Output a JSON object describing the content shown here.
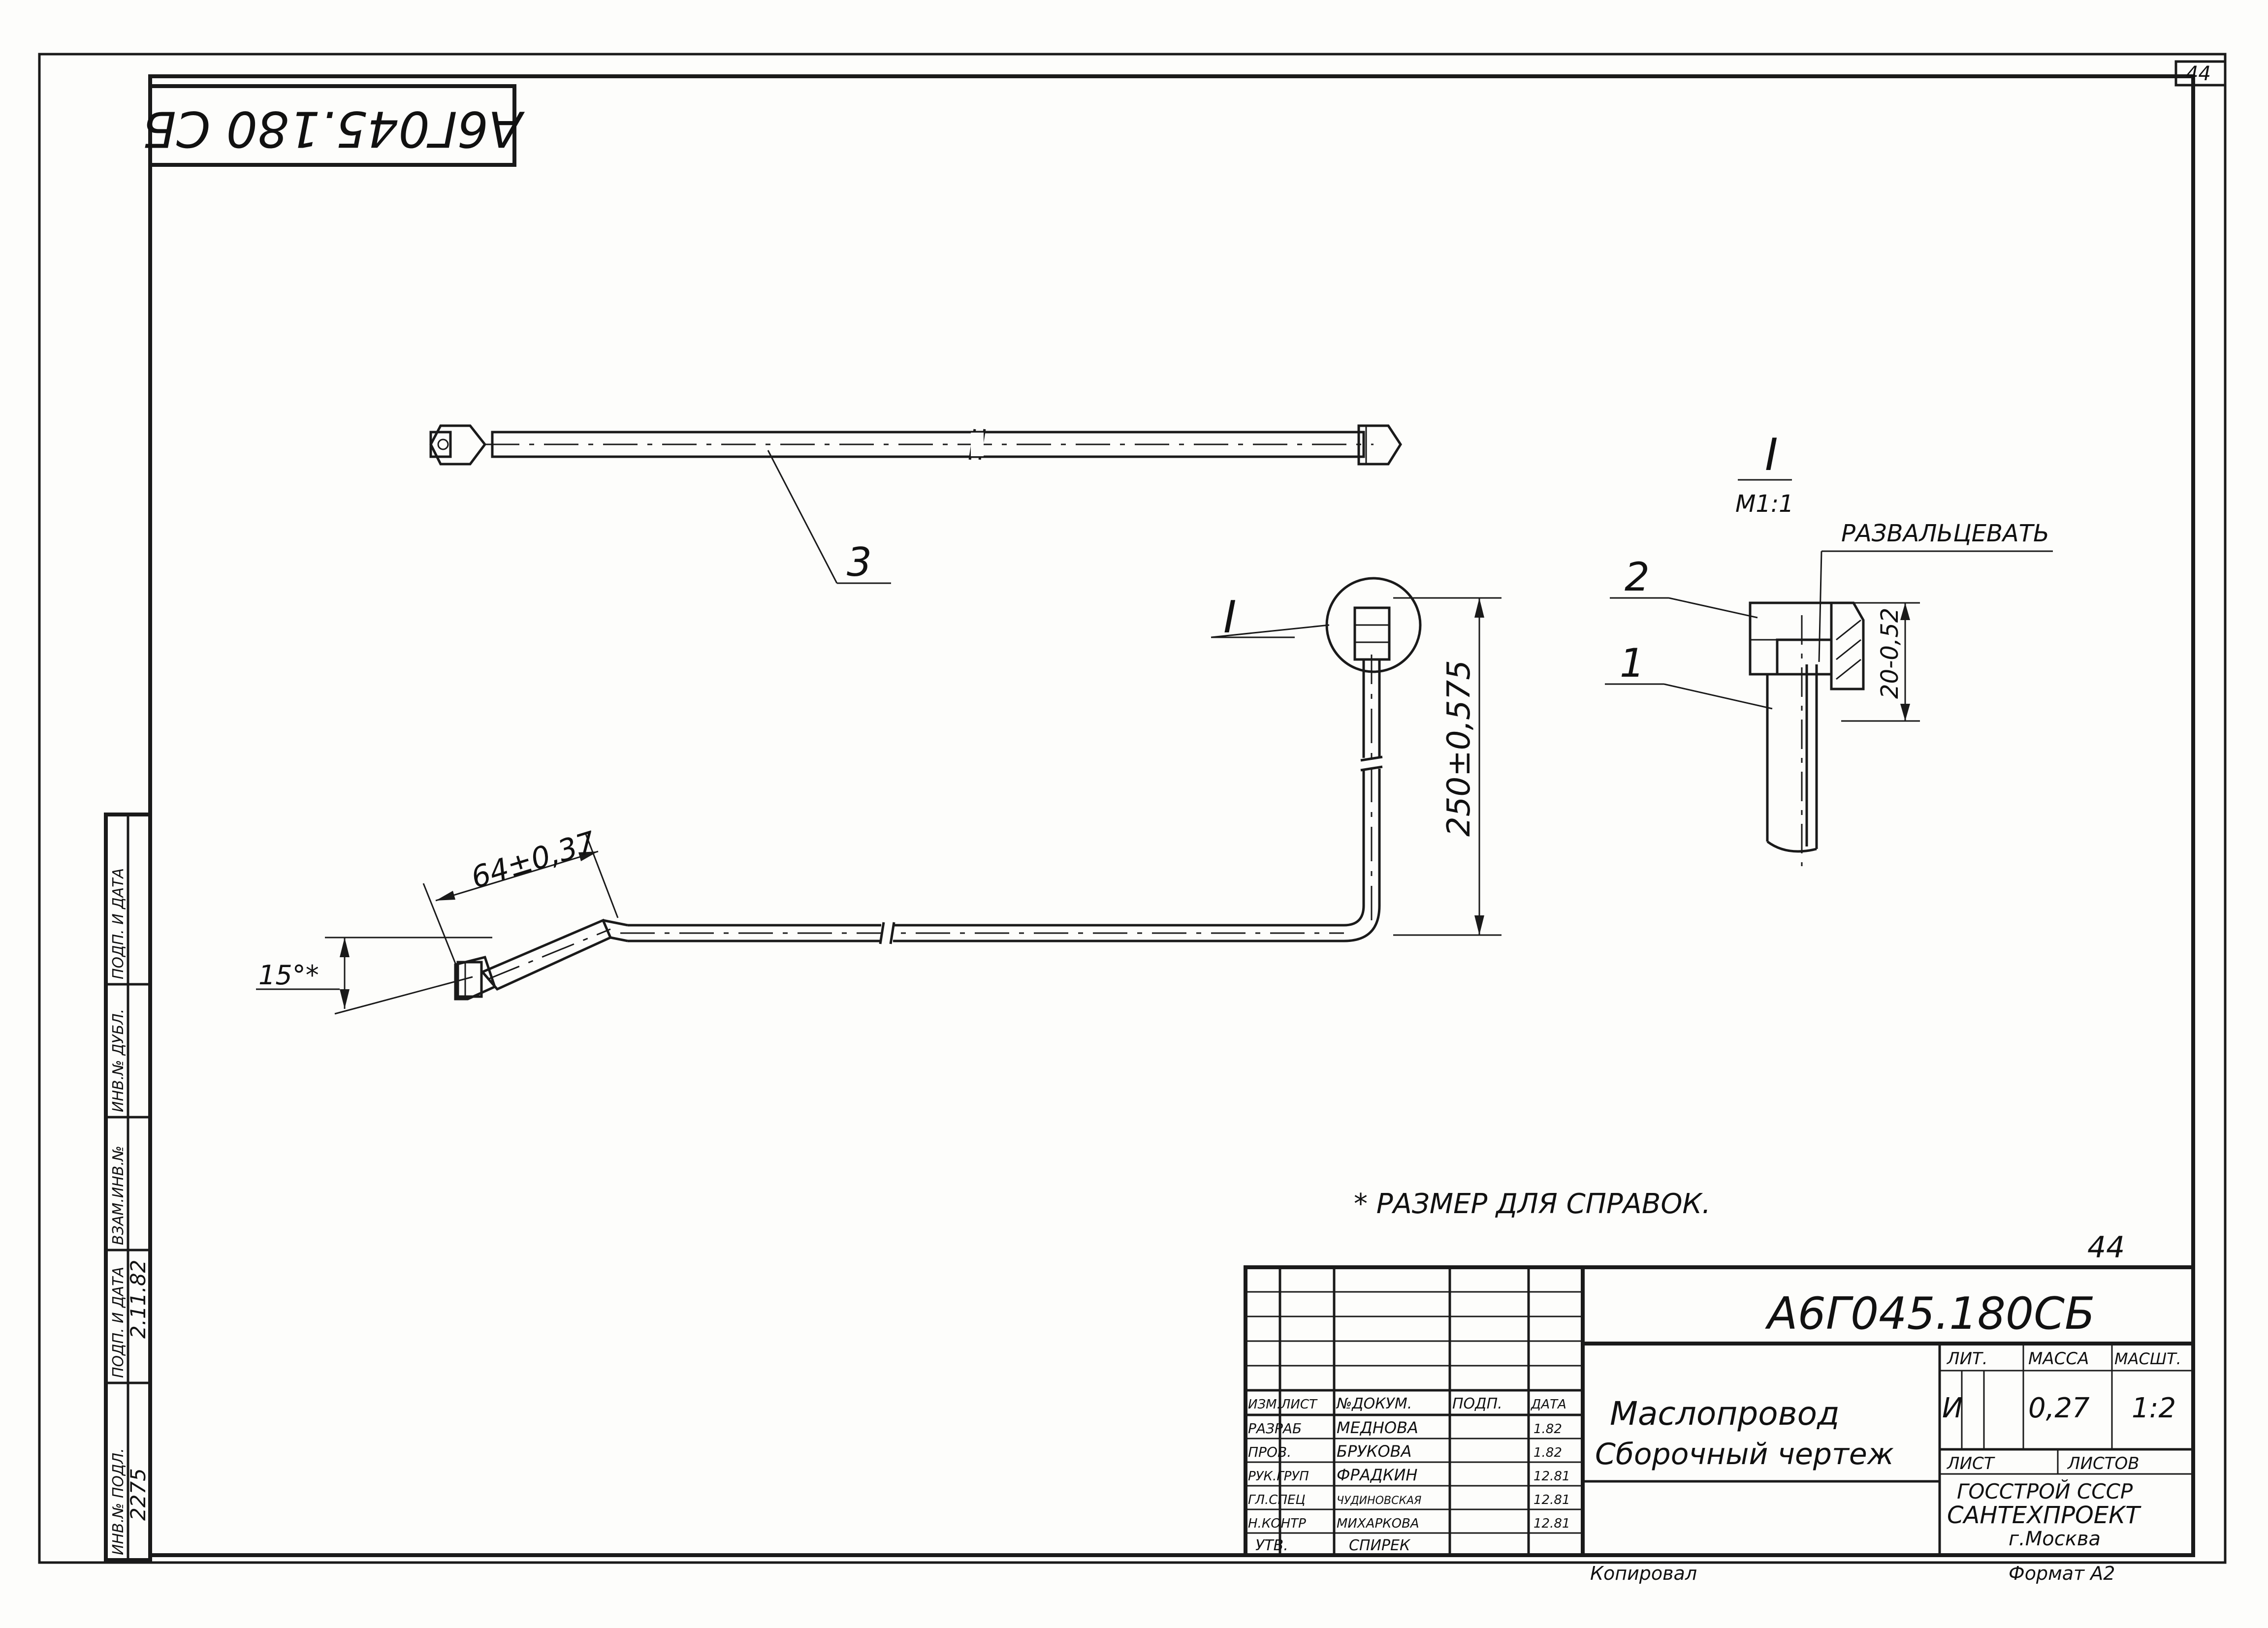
{
  "page_number": "44",
  "page_number_mark": "44",
  "rotated_code": "А6Г045.180 СБ",
  "drawing_code": "А6Г045.180СБ",
  "callouts": {
    "part_3": "3",
    "part_2": "2",
    "part_1": "1",
    "detail_ref": "I"
  },
  "detail_view": {
    "label": "I",
    "scale": "М1:1",
    "note": "РАЗВАЛЬЦЕВАТЬ",
    "dimension": "20-0,52"
  },
  "dimensions": {
    "vertical": "250±0,575",
    "straight": "64±0,37",
    "angle": "15°*"
  },
  "reference_note": "* РАЗМЕР ДЛЯ СПРАВОК.",
  "title_block": {
    "title": "Маслопровод",
    "subtitle": "Сборочный чертеж",
    "headers": {
      "izm": "ИЗМ.ЛИСТ",
      "doc": "№ДОКУМ.",
      "sign": "ПОДП.",
      "date": "ДАТА"
    },
    "roles": [
      {
        "role": "РАЗРАБ",
        "name": "МЕДНОВА",
        "date": "1.82"
      },
      {
        "role": "ПРОВ.",
        "name": "БРУКОВА",
        "date": "1.82"
      },
      {
        "role": "РУК.ГРУП",
        "name": "ФРАДКИН",
        "date": "12.81"
      },
      {
        "role": "ГЛ.СПЕЦ",
        "name": "ЧУДИНОВСКАЯ",
        "date": "12.81"
      },
      {
        "role": "Н.КОНТР",
        "name": "МИХАРКОВА",
        "date": "12.81"
      },
      {
        "role": "УТВ.",
        "name": "СПИРЕК",
        "date": ""
      }
    ],
    "lit_header": "ЛИТ.",
    "mass_header": "МАССА",
    "scale_header": "МАСШТ.",
    "lit_value": "И",
    "mass_value": "0,27",
    "scale_value": "1:2",
    "sheet_header": "ЛИСТ",
    "sheets_header": "ЛИСТОВ",
    "org_line1": "ГОССТРОЙ СССР",
    "org_line2": "САНТЕХПРОЕКТ",
    "org_line3": "г.Москва",
    "copied": "Копировал",
    "format": "Формат А2"
  },
  "side_stamp": {
    "headers": [
      "ИНВ.№ ПОДЛ.",
      "ПОДП. И ДАТА",
      "ВЗАМ.ИНВ.№",
      "ИНВ.№ ДУБЛ.",
      "ПОДП. И ДАТА"
    ],
    "inv_value": "2275",
    "date_value": "2.11.82"
  }
}
